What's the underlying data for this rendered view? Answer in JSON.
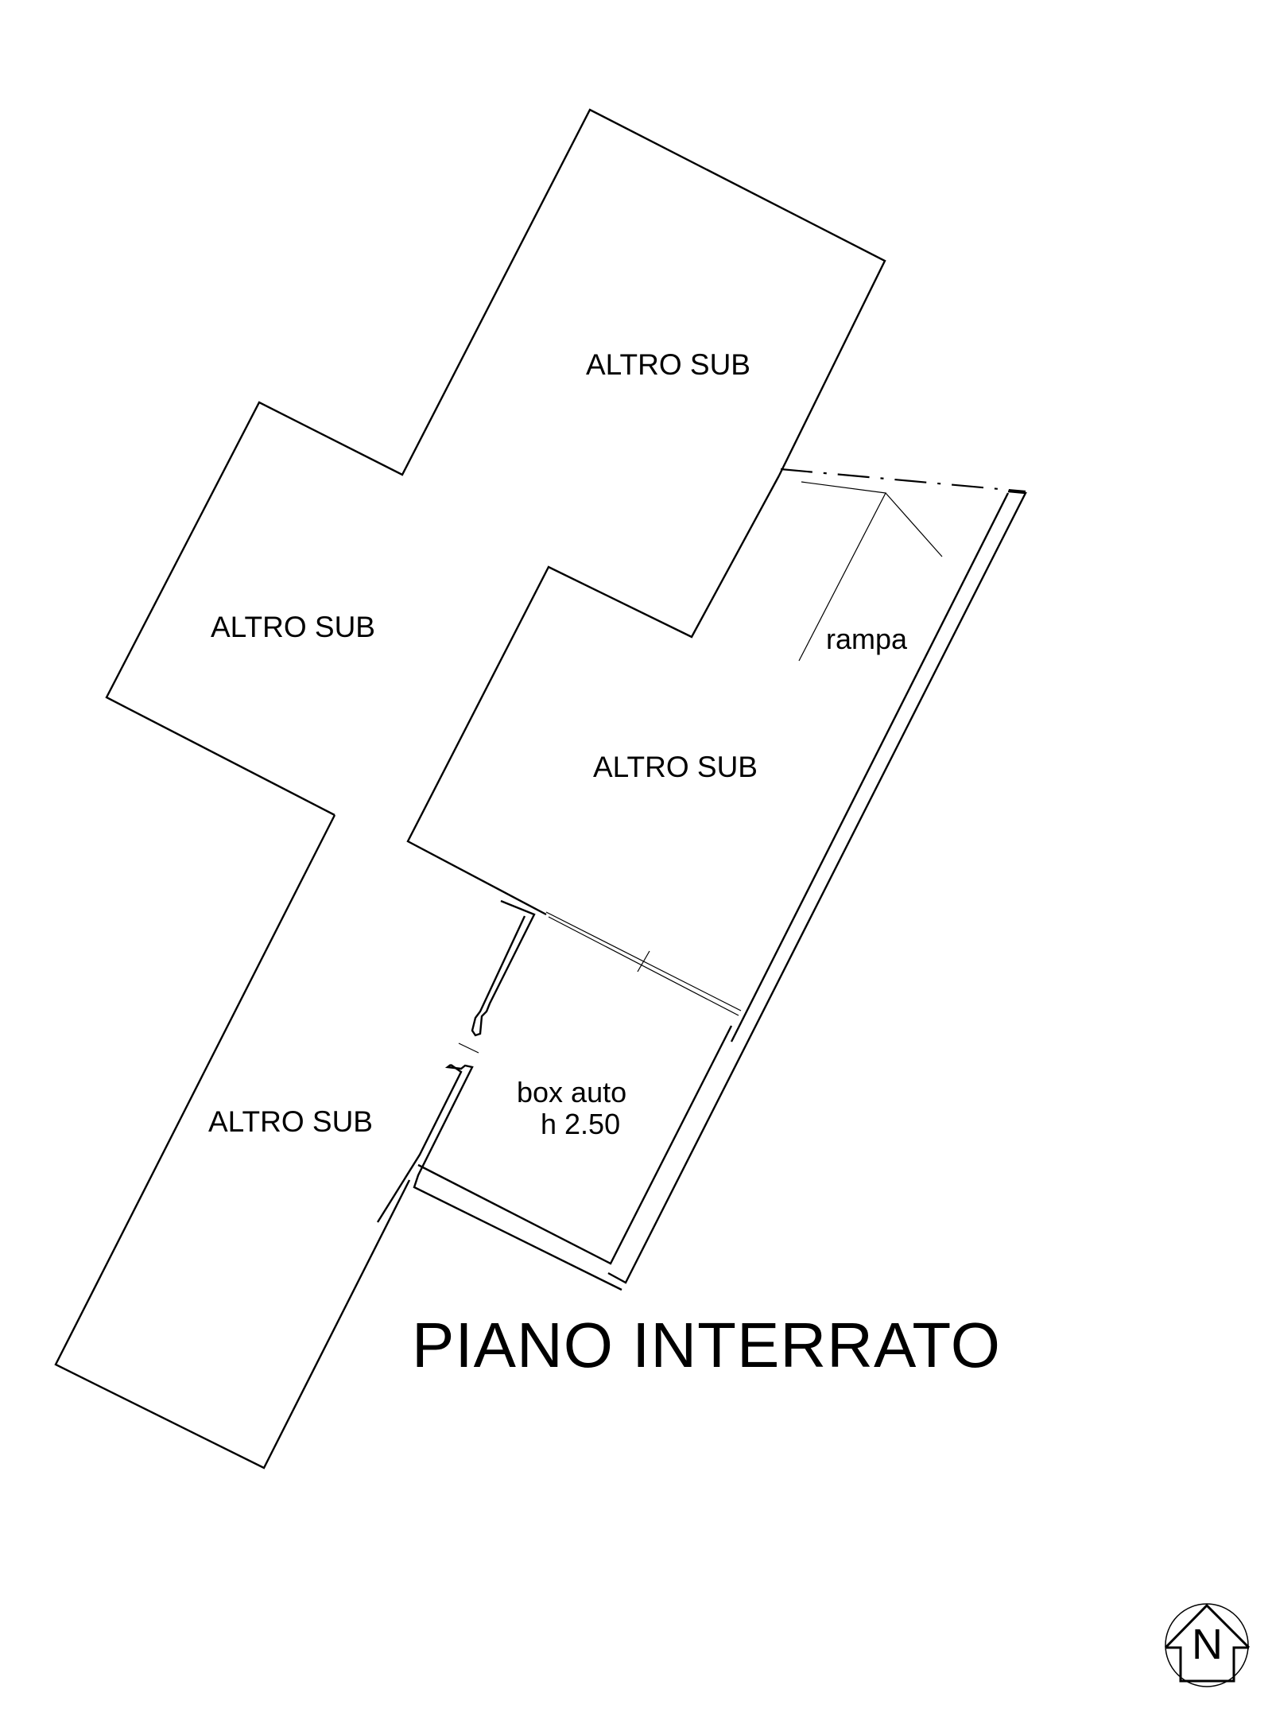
{
  "drawing": {
    "title": "PIANO INTERRATO",
    "rooms": [
      {
        "label": "ALTRO SUB"
      },
      {
        "label": "ALTRO SUB"
      },
      {
        "label": "ALTRO SUB"
      },
      {
        "label": "ALTRO SUB"
      }
    ],
    "ramp_label": "rampa",
    "garage": {
      "label": "box auto",
      "height": "h 2.50"
    },
    "north_arrow": {
      "letter": "N",
      "icon": "north-arrow-icon"
    },
    "line_color": "#000000",
    "background": "#ffffff"
  }
}
